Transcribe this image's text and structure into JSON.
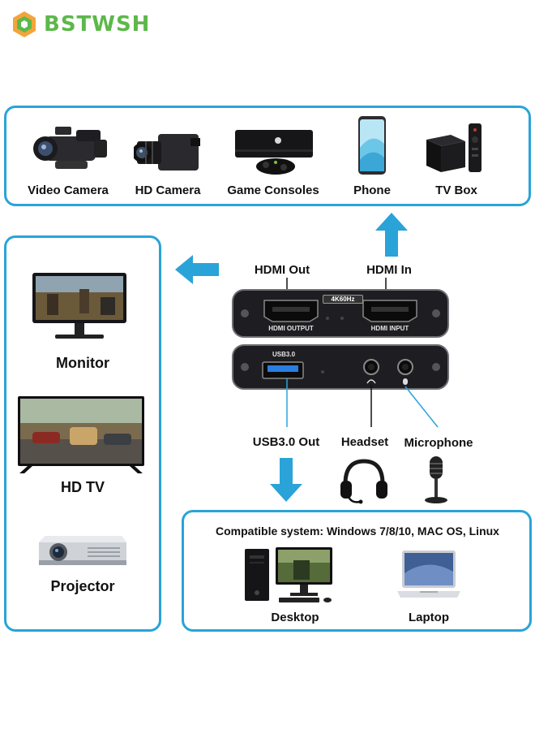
{
  "brand": {
    "name": "BSTWSH",
    "color": "#5cb84a"
  },
  "colors": {
    "accent": "#2aa3d8",
    "device_body": "#1e1e22"
  },
  "sources": {
    "items": [
      {
        "label": "Video Camera",
        "icon": "video-camera-icon"
      },
      {
        "label": "HD Camera",
        "icon": "hd-camera-icon"
      },
      {
        "label": "Game Consoles",
        "icon": "game-console-icon"
      },
      {
        "label": "Phone",
        "icon": "phone-icon"
      },
      {
        "label": "TV Box",
        "icon": "tv-box-icon"
      }
    ]
  },
  "outputs": {
    "items": [
      {
        "label": "Monitor",
        "icon": "monitor-icon"
      },
      {
        "label": "HD TV",
        "icon": "hd-tv-icon"
      },
      {
        "label": "Projector",
        "icon": "projector-icon"
      }
    ]
  },
  "device": {
    "hdmi_out_label": "HDMI Out",
    "hdmi_in_label": "HDMI In",
    "badge": "4K60Hz",
    "port_output_text": "HDMI OUTPUT",
    "port_input_text": "HDMI INPUT",
    "usb_text": "USB3.0",
    "usb_out_label": "USB3.0 Out",
    "headset_label": "Headset",
    "microphone_label": "Microphone"
  },
  "compatibility": {
    "title": "Compatible system: Windows 7/8/10, MAC OS, Linux",
    "items": [
      {
        "label": "Desktop",
        "icon": "desktop-icon"
      },
      {
        "label": "Laptop",
        "icon": "laptop-icon"
      }
    ]
  }
}
